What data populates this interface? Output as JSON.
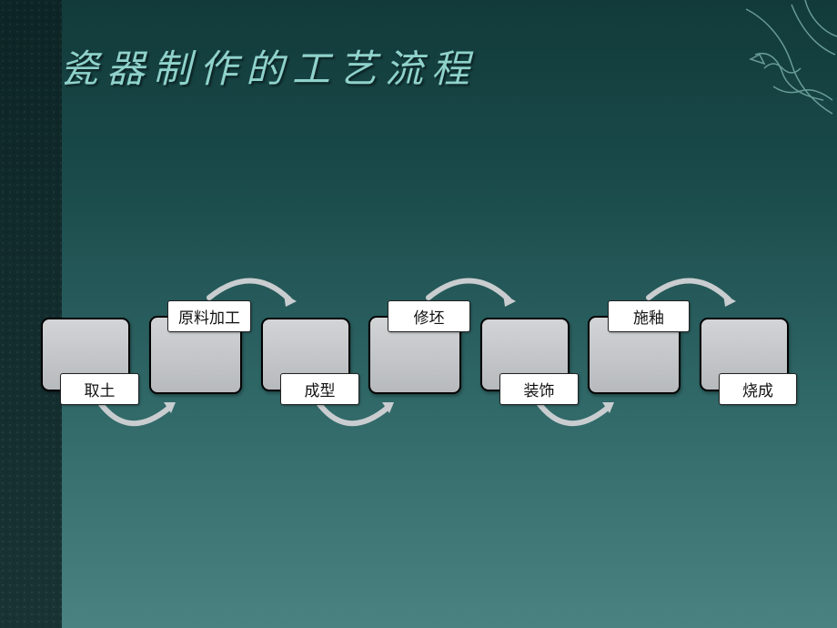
{
  "slide": {
    "title": "瓷器制作的工艺流程"
  },
  "process": {
    "steps": [
      {
        "label": "取土"
      },
      {
        "label": "原料加工"
      },
      {
        "label": "成型"
      },
      {
        "label": "修坯"
      },
      {
        "label": "装饰"
      },
      {
        "label": "施釉"
      },
      {
        "label": "烧成"
      }
    ]
  },
  "colors": {
    "title": "#8fd2cb",
    "arrow": "#c9cdd0",
    "box_fill": "#c4c7ca",
    "label_fill": "#ffffff"
  },
  "icons": {
    "decoration": "phoenix-ornament-icon"
  }
}
